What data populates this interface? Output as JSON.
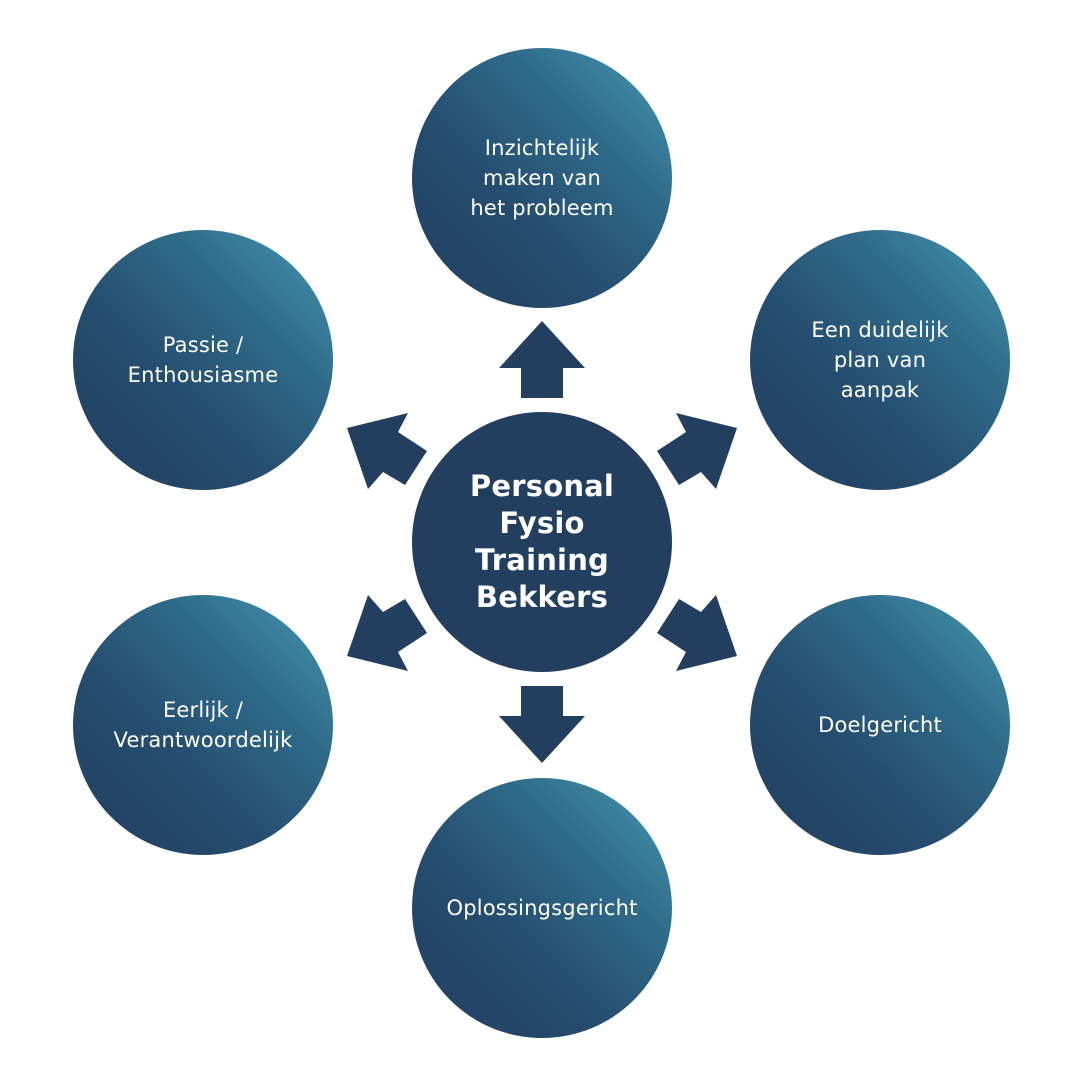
{
  "diagram": {
    "center": "Personal Fysio\nTraining\nBekkers",
    "nodes": {
      "top": "Inzichtelijk\nmaken van\nhet probleem",
      "top_right": "Een duidelijk\nplan van\naanpak",
      "bottom_right": "Doelgericht",
      "bottom": "Oplossingsgericht",
      "bottom_left": "Eerlijk /\nVerantwoordelijk",
      "top_left": "Passie /\nEnthousiasme"
    }
  },
  "colors": {
    "center": "#233f5f",
    "gradient_dark": "#213f60",
    "gradient_light": "#4598b2",
    "arrow": "#233f5f"
  }
}
